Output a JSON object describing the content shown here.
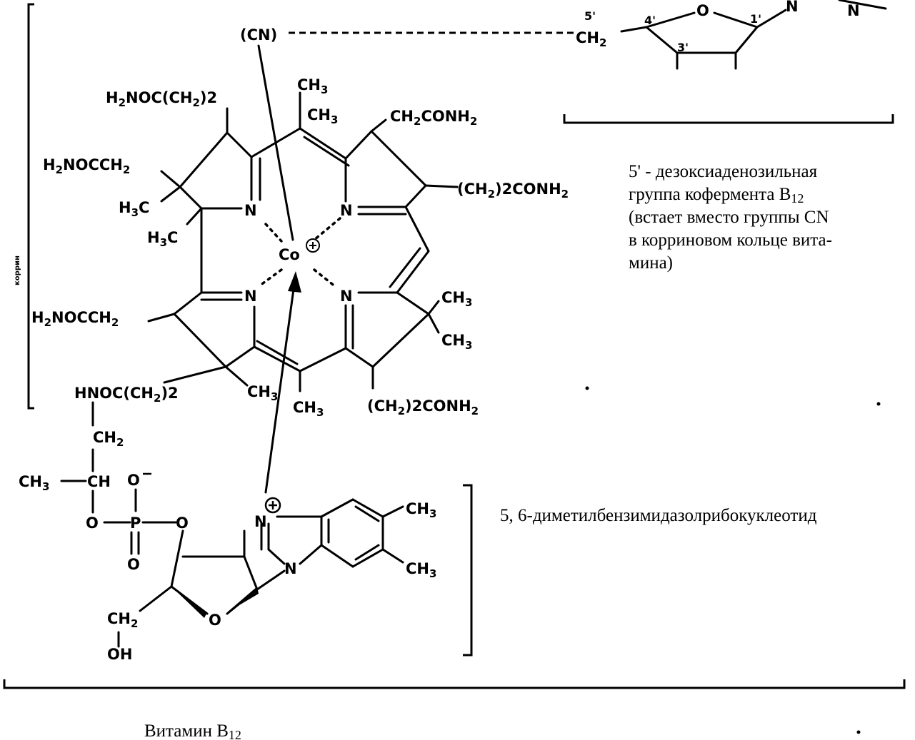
{
  "labels": {
    "cn": "(CN)",
    "co": "Co",
    "ch2_5prime": "CH",
    "ch2_5prime_sub": "2",
    "pos_5prime": "5'",
    "pos_4prime": "4'",
    "pos_3prime": "3'",
    "pos_1prime": "1'",
    "o_ring_top": "O",
    "n_top_1": "N",
    "n_top_2": "N",
    "ch3_top": "CH",
    "ch3_top_sub": "3",
    "ch3_inner": "CH",
    "ch3_inner_sub": "3",
    "ch2conh2_top": "CH",
    "ch2conh2_top_sub": "2",
    "ch2conh2_top_tail": "CONH",
    "ch2conh2_top_tail_sub": "2",
    "h2noc_ch2_2": "H",
    "h2noc_ch2_2_sub": "2",
    "h2noc_ch2_2_mid": "NOC(CH",
    "h2noc_ch2_2_sub2": "2",
    "h2noc_ch2_2_tail": ")2",
    "h2nocch2_left": "H",
    "h2nocch2_left_sub": "2",
    "h2nocch2_left_tail": "NOCCH",
    "h2nocch2_left_sub2": "2",
    "h3c_a": "H",
    "h3c_a_sub": "3",
    "h3c_a_tail": "C",
    "h3c_b": "H",
    "h3c_b_sub": "3",
    "h3c_b_tail": "C",
    "ch2_2conh2_right": "(CH",
    "ch2_2conh2_right_sub": "2",
    "ch2_2conh2_right_tail": ")2CONH",
    "ch2_2conh2_right_sub2": "2",
    "n_ring_a": "N",
    "n_ring_b": "N",
    "n_ring_c": "N",
    "n_ring_d": "N",
    "ch3_right_1": "CH",
    "ch3_right_1_sub": "3",
    "ch3_right_2": "CH",
    "ch3_right_2_sub": "3",
    "h2nocch2_lower": "H",
    "h2nocch2_lower_sub": "2",
    "h2nocch2_lower_tail": "NOCCH",
    "h2nocch2_lower_sub2": "2",
    "hnoc_ch2_2": "HNOC(CH",
    "hnoc_ch2_2_sub": "2",
    "hnoc_ch2_2_tail": ")2",
    "ch3_bottom_a": "CH",
    "ch3_bottom_a_sub": "3",
    "ch3_bottom_b": "CH",
    "ch3_bottom_b_sub": "3",
    "ch2_2conh2_bottom": "(CH",
    "ch2_2conh2_bottom_sub": "2",
    "ch2_2conh2_bottom_tail": ")2CONH",
    "ch2_2conh2_bottom_sub2": "2",
    "ch2_chain": "CH",
    "ch2_chain_sub": "2",
    "ch3_ch": "CH",
    "ch3_ch_sub": "3",
    "ch_chain": "CH",
    "o_minus": "O",
    "o_link_left": "O",
    "p_atom": "P",
    "o_link_right": "O",
    "o_double": "O",
    "n_plus": "N",
    "n_benz": "N",
    "ch3_benz_1": "CH",
    "ch3_benz_1_sub": "3",
    "ch3_benz_2": "CH",
    "ch3_benz_2_sub": "3",
    "o_ribose": "O",
    "ch2_ribose": "CH",
    "ch2_ribose_sub": "2",
    "oh": "OH",
    "korrin_vertical": "коррин"
  },
  "captions": {
    "deoxyadenosyl_line1": "5' - дезоксиаденозильная",
    "deoxyadenosyl_line2": "группа кофермента B",
    "deoxyadenosyl_line2_sub": "12",
    "deoxyadenosyl_line3": "(встает вместо группы CN",
    "deoxyadenosyl_line4": "в корриновом кольце вита-",
    "deoxyadenosyl_line5": "мина)",
    "nucleotide": "5, 6-диметилбензимидазолрибокуклеотид",
    "title": "Витамин B",
    "title_sub": "12"
  }
}
